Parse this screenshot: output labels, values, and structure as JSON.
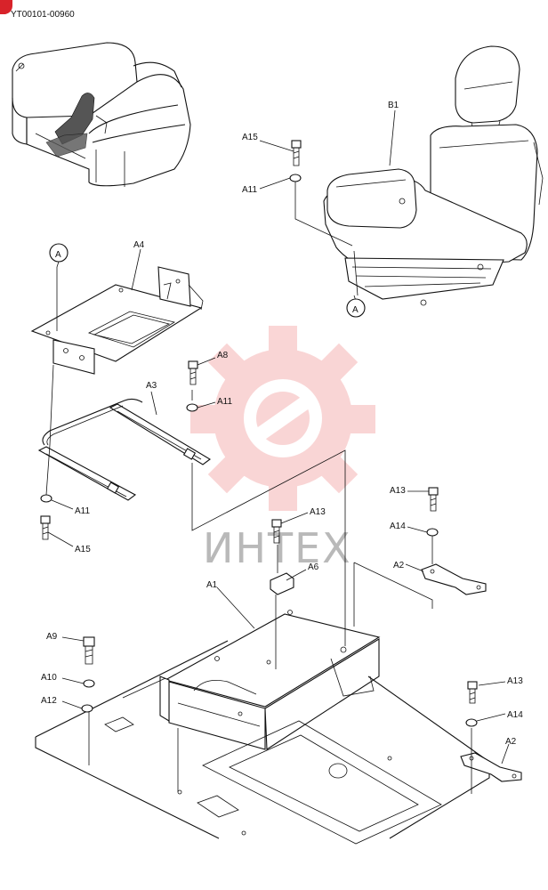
{
  "header": {
    "code": "YT00101-00960",
    "corner_badge_color": "#d8232a"
  },
  "watermark": {
    "text": "ИНТЕХ",
    "gear_color": "#f08a8a"
  },
  "reference_marker": "A",
  "parts": {
    "B1": "B1",
    "A1": "A1",
    "A2": "A2",
    "A3": "A3",
    "A4": "A4",
    "A6": "A6",
    "A8": "A8",
    "A9": "A9",
    "A10": "A10",
    "A11": "A11",
    "A12": "A12",
    "A13": "A13",
    "A14": "A14",
    "A15": "A15"
  }
}
